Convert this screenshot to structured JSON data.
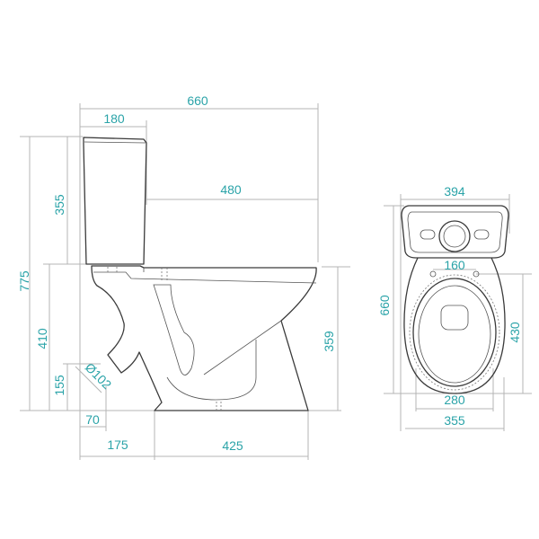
{
  "colors": {
    "label": "#2aa3a8",
    "dimension_line": "#b4b4b4",
    "outline": "#3a3a3a"
  },
  "side_view": {
    "overall_length": "660",
    "tank_depth": "180",
    "bowl_projection": "480",
    "tank_height": "355",
    "total_height": "775",
    "seat_height": "410",
    "outlet_height": "155",
    "outlet_diameter": "Ø102",
    "outlet_offset": "70",
    "rear_to_base": "175",
    "base_length": "425",
    "bowl_height": "359"
  },
  "top_view": {
    "tank_width": "394",
    "overall_length": "660",
    "seat_hole_spacing": "160",
    "hole_to_front": "430",
    "base_width": "280",
    "bowl_width": "355"
  }
}
